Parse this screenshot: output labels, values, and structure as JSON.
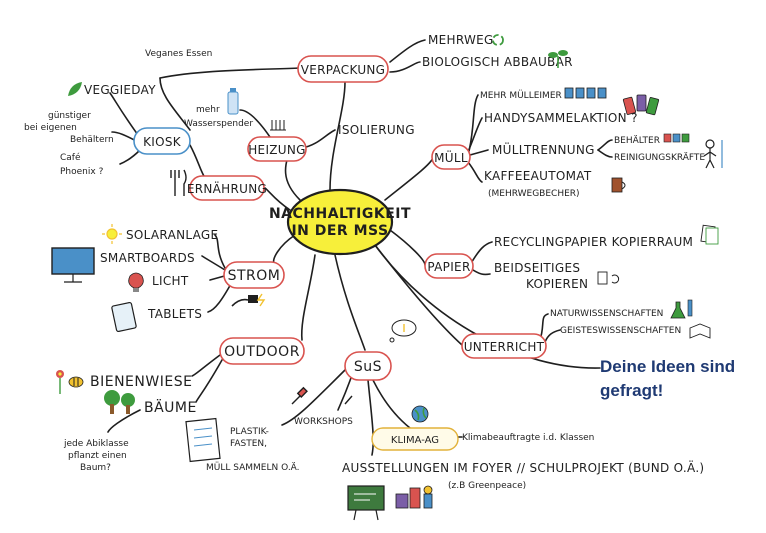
{
  "center": {
    "line1": "NACHHALTIGKEIT",
    "line2": "IN DER MSS"
  },
  "callout": {
    "line1": "Deine Ideen sind",
    "line2": "gefragt!"
  },
  "verpackung": {
    "label": "VERPACKUNG",
    "mehrweg": "MEHRWEG",
    "abbaubar": "BIOLOGISCH ABBAUBAR"
  },
  "muell": {
    "label": "MÜLL",
    "mehr_muelleimer": "MEHR MÜLLEIMER",
    "handy": "HANDYSAMMELAKTION ?",
    "trennung": "MÜLLTRENNUNG",
    "behaelter": "BEHÄLTER",
    "reinigung": "REINIGUNGSKRÄFTE",
    "kaffee1": "KAFFEEAUTOMAT",
    "kaffee2": "(MEHRWEGBECHER)"
  },
  "papier": {
    "label": "PAPIER",
    "recycling": "RECYCLINGPAPIER KOPIERRAUM",
    "beid1": "BEIDSEITIGES",
    "beid2": "KOPIEREN"
  },
  "unterricht": {
    "label": "UNTERRICHT",
    "natur": "NATURWISSENSCHAFTEN",
    "geistes": "GEISTESWISSENSCHAFTEN"
  },
  "heizung": {
    "label": "HEIZUNG",
    "isolierung": "ISOLIERUNG"
  },
  "ernaehrung": {
    "label": "ERNÄHRUNG",
    "wasser1": "mehr",
    "wasser2": "Wasserspender"
  },
  "kiosk": {
    "label": "KIOSK",
    "vegan": "Veganes Essen",
    "veggieday": "VEGGIEDAY",
    "preise1": "günstiger",
    "preise2": "bei eigenen",
    "preise3": "Behältern",
    "cafe1": "Café",
    "cafe2": "Phoenix ?"
  },
  "strom": {
    "label": "STROM",
    "solar": "SOLARANLAGE",
    "smart": "SMARTBOARDS",
    "licht": "LICHT",
    "tablets": "TABLETS"
  },
  "outdoor": {
    "label": "OUTDOOR",
    "bienen": "BIENENWIESE",
    "baeume": "BÄUME",
    "note1": "jede Abiklasse",
    "note2": "pflanzt einen",
    "note3": "Baum?"
  },
  "sus": {
    "label": "SuS",
    "plastik1": "PLASTIK-",
    "plastik2": "FASTEN,",
    "plastik3": "MÜLL SAMMELN O.Ä.",
    "workshops": "WORKSHOPS",
    "klima": "KLIMA-AG",
    "klima_beauf": "Klimabeauftragte i.d. Klassen",
    "ausstellung": "AUSSTELLUNGEN IM FOYER // SCHULPROJEKT (BUND O.Ä.)",
    "greenpeace": "(z.B Greenpeace)"
  },
  "colors": {
    "center_fill": "#f7ef3a",
    "oval_red": "#d9534f",
    "oval_blue": "#4a90c8",
    "callout_text": "#1f3a73",
    "leaf_green": "#3e9b3e"
  }
}
